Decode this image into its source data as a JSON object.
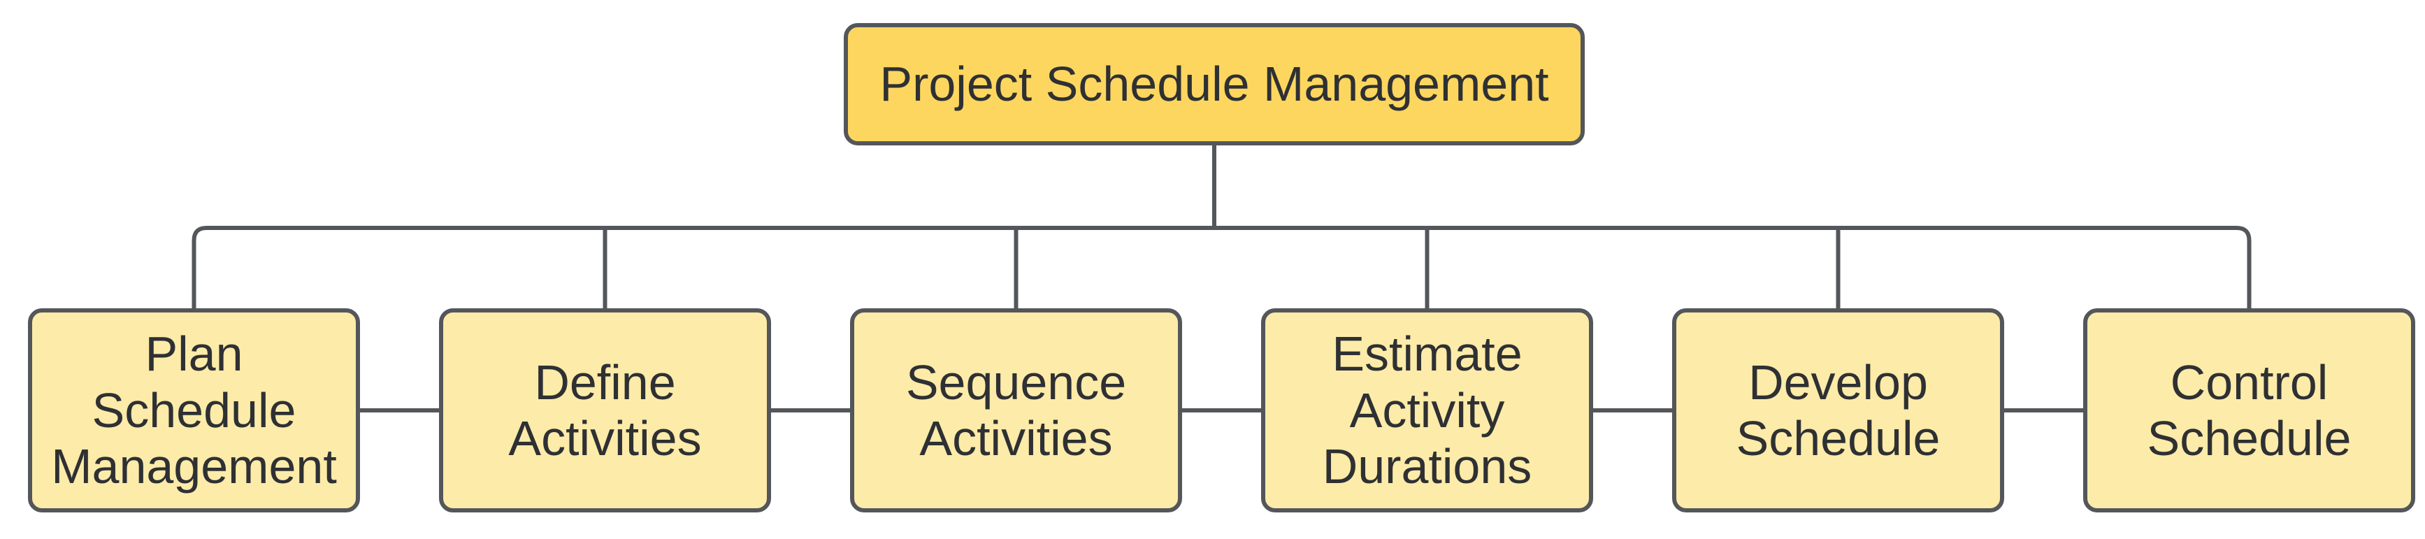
{
  "diagram": {
    "type": "flowchart",
    "root": {
      "label": "Project Schedule Management"
    },
    "children": [
      {
        "label": "Plan\nSchedule\nManagement"
      },
      {
        "label": "Define\nActivities"
      },
      {
        "label": "Sequence\nActivities"
      },
      {
        "label": "Estimate\nActivity\nDurations"
      },
      {
        "label": "Develop\nSchedule"
      },
      {
        "label": "Control\nSchedule"
      }
    ]
  },
  "colors": {
    "background": "#FFFFFF",
    "root_fill": "#FCD65F",
    "root_border": "#53565A",
    "child_fill": "#FDEBA9",
    "child_border": "#53565A",
    "connector": "#53565A",
    "text": "#2E3033"
  }
}
